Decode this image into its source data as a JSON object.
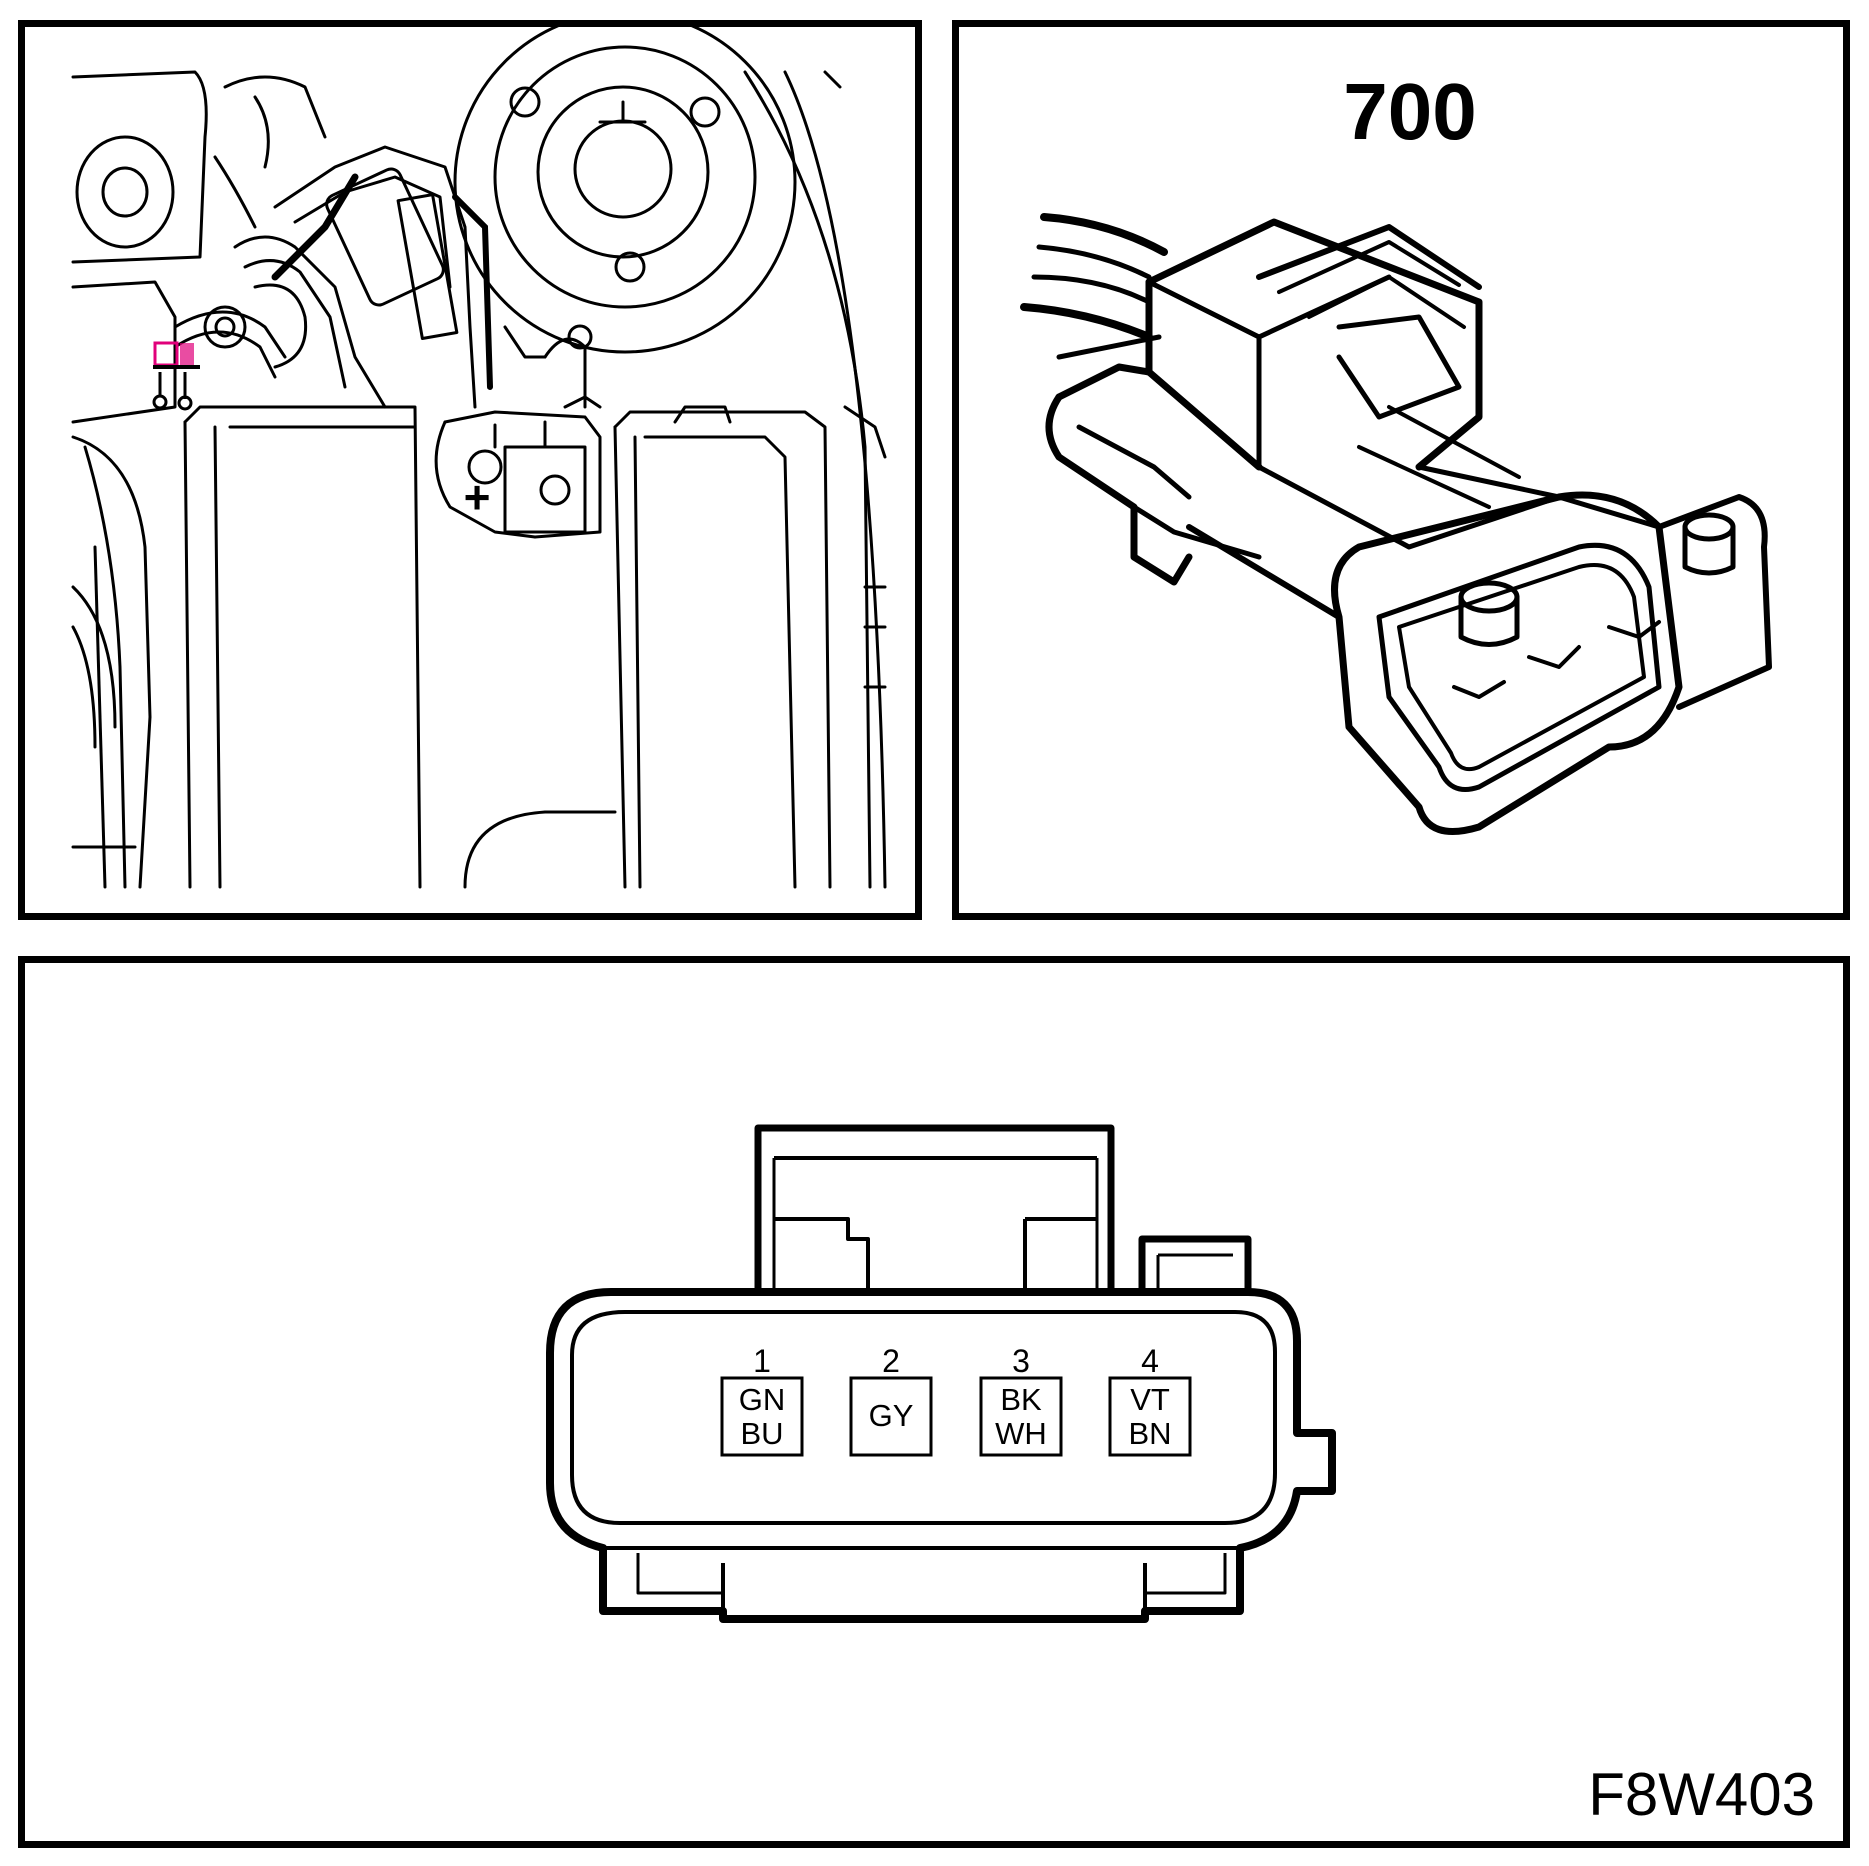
{
  "location_view": {
    "battery_terminal_symbol": "+",
    "highlight_color": "#e0007a",
    "line_color": "#000000"
  },
  "connector_view": {
    "connector_number": "700"
  },
  "pinout": {
    "pins": [
      {
        "number": "1",
        "color_top": "GN",
        "color_bottom": "BU"
      },
      {
        "number": "2",
        "color_top": "GY",
        "color_bottom": ""
      },
      {
        "number": "3",
        "color_top": "BK",
        "color_bottom": "WH"
      },
      {
        "number": "4",
        "color_top": "VT",
        "color_bottom": "BN"
      }
    ]
  },
  "figure_id": "F8W403"
}
